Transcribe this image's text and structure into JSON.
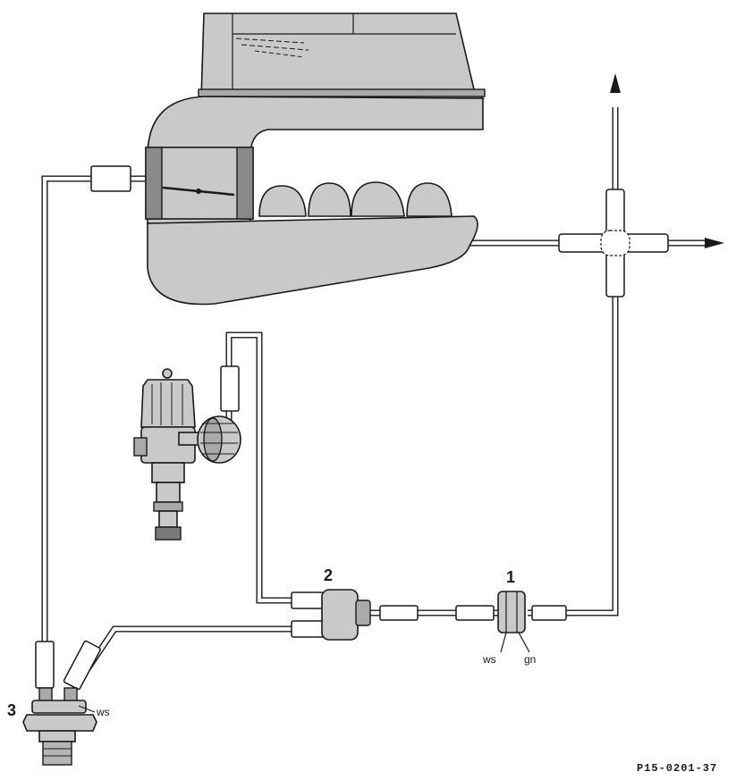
{
  "labels": {
    "item1": "1",
    "item2": "2",
    "item3": "3",
    "wire_ws_1": "ws",
    "wire_gn_1": "gn",
    "wire_ws_3": "ws"
  },
  "reference": "P15-0201-37",
  "colors": {
    "line": "#1a1a1a",
    "fill": "#c9c9c9",
    "background": "#ffffff"
  }
}
